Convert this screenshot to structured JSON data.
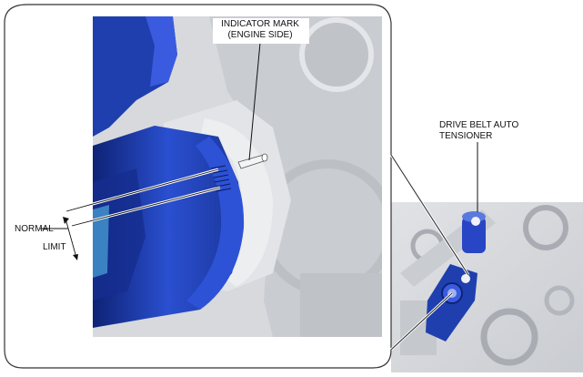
{
  "labels": {
    "indicator_mark_line1": "INDICATOR MARK",
    "indicator_mark_line2": "(ENGINE SIDE)",
    "tensioner_line1": "DRIVE BELT AUTO",
    "tensioner_line2": "TENSIONER",
    "normal": "NORMAL",
    "limit": "LIMIT"
  },
  "colors": {
    "part_blue": "#1f3fae",
    "part_blue_dark": "#0e2375",
    "part_blue_light": "#5a79e0",
    "engine_gray": "#d6d8dc",
    "engine_gray_dark": "#aeb2b8",
    "frame": "#333333"
  }
}
